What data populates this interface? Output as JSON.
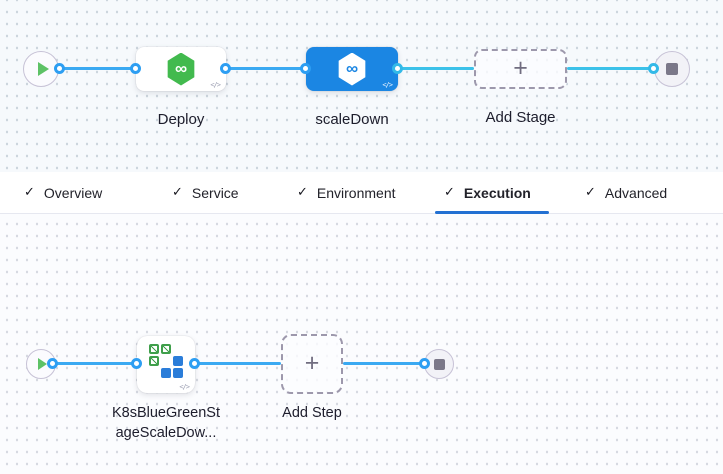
{
  "stage_pipeline": {
    "start_node": "play",
    "end_node": "stop",
    "stages": [
      {
        "name": "Deploy",
        "icon": "cd-hexagon-infinity",
        "selected": false,
        "code_badge": "</>"
      },
      {
        "name": "scaleDown",
        "icon": "cd-hexagon-infinity",
        "selected": true,
        "code_badge": "</>"
      }
    ],
    "add_stage": {
      "label": "Add Stage",
      "plus": "+"
    }
  },
  "tabs": {
    "check": "✓",
    "items": [
      {
        "label": "Overview",
        "checked": true,
        "active": false
      },
      {
        "label": "Service",
        "checked": true,
        "active": false
      },
      {
        "label": "Environment",
        "checked": true,
        "active": false
      },
      {
        "label": "Execution",
        "checked": true,
        "active": true
      },
      {
        "label": "Advanced",
        "checked": true,
        "active": false
      }
    ]
  },
  "execution_graph": {
    "start_node": "play",
    "end_node": "stop",
    "step": {
      "name_line1": "K8sBlueGreenSt",
      "name_line2": "ageScaleDow...",
      "icon": "k8s-blue-green-squares",
      "code_badge": "</>"
    },
    "add_step": {
      "label": "Add Step",
      "plus": "+"
    }
  },
  "icons": {
    "infinity": "∞"
  },
  "colors": {
    "selected_stage_blue": "#1b86e3",
    "connector_blue": "#3aa9f2",
    "connector_cyan": "#3bc1e9",
    "hexagon_green": "#42ba4e",
    "k8s_green": "#3f9f4b",
    "k8s_blue": "#2b7dd9",
    "tab_underline_blue": "#2270d2",
    "play_green": "#5ec266",
    "stop_gray": "#7b7889"
  }
}
